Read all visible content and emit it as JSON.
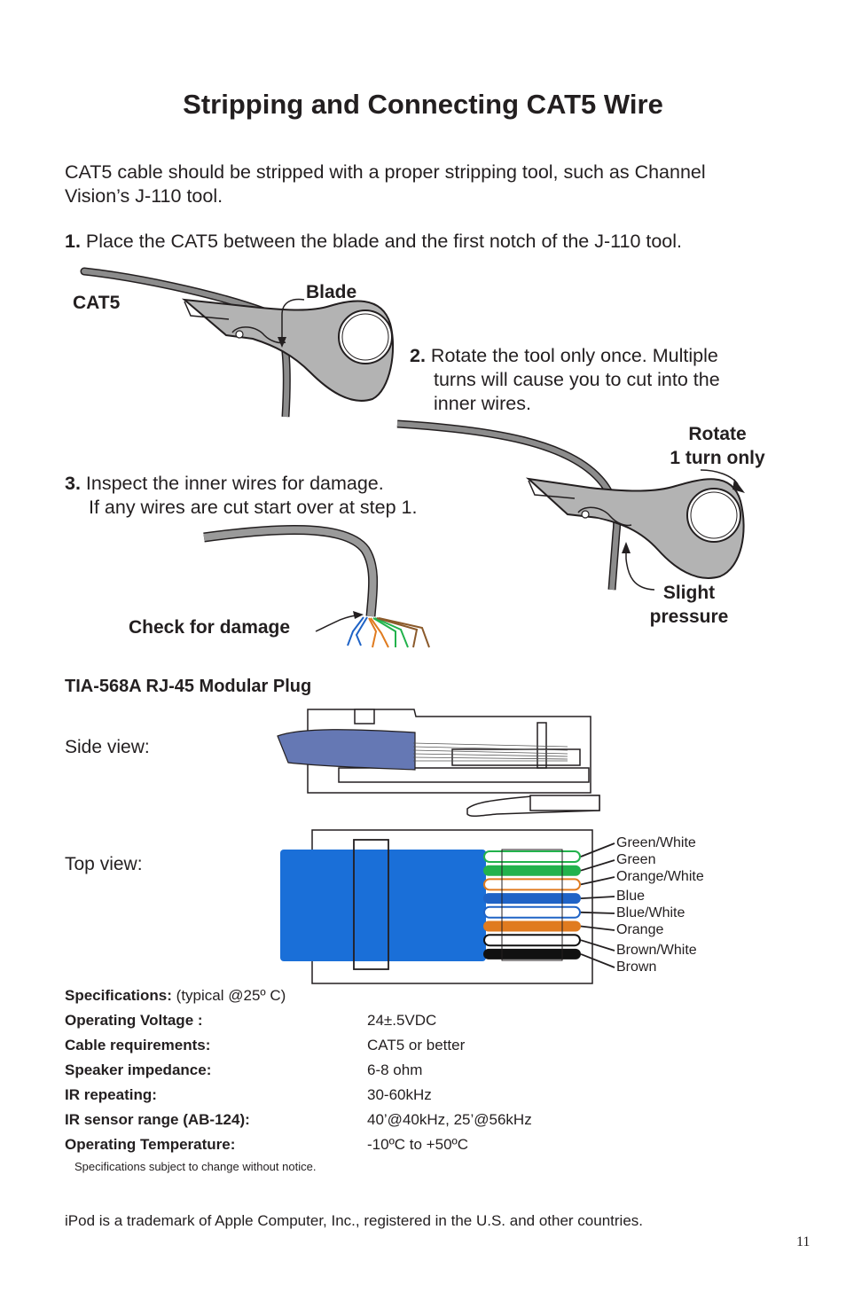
{
  "title": "Stripping and Connecting CAT5 Wire",
  "intro": "CAT5 cable should be stripped with a proper stripping tool, such as Channel Vision’s J-110 tool.",
  "intro_line1": "CAT5 cable should be stripped with a proper stripping tool, such as Channel",
  "intro_line2": "Vision’s J-110 tool.",
  "steps": [
    {
      "num": "1.",
      "text": "Place the CAT5 between the blade and the first notch of the J-110 tool."
    },
    {
      "num": "2.",
      "line1": "Rotate the tool only once. Multiple",
      "line2": "turns will cause you to cut into the",
      "line3": "inner wires."
    },
    {
      "num": "3.",
      "line1": "Inspect the inner wires for damage.",
      "line2": "If any wires are cut start over at step 1."
    }
  ],
  "figure_labels": {
    "cat5": "CAT5",
    "blade": "Blade",
    "rotate_line1": "Rotate",
    "rotate_line2": "1 turn only",
    "slight_line1": "Slight",
    "slight_line2": "pressure",
    "check": "Check for damage"
  },
  "plug": {
    "heading": "TIA-568A RJ-45 Modular Plug",
    "side_view": "Side view:",
    "top_view": "Top view:",
    "wires": [
      {
        "label": "Green/White",
        "color": "#22b24c",
        "striped": true
      },
      {
        "label": "Green",
        "color": "#22b24c",
        "striped": false
      },
      {
        "label": "Orange/White",
        "color": "#e07b1f",
        "striped": true
      },
      {
        "label": "Blue",
        "color": "#1f63c6",
        "striped": false
      },
      {
        "label": "Blue/White",
        "color": "#1f63c6",
        "striped": true
      },
      {
        "label": "Orange",
        "color": "#e07b1f",
        "striped": false
      },
      {
        "label": "Brown/White",
        "color": "#111111",
        "striped": true
      },
      {
        "label": "Brown",
        "color": "#111111",
        "striped": false
      }
    ],
    "jacket_color": "#1a6fd8",
    "side_jacket_color": "#6578b4"
  },
  "specs": {
    "heading": "Specifications:",
    "heading_note": "(typical @25º C)",
    "rows": [
      {
        "key": "Operating  Voltage :",
        "value": "24±.5VDC"
      },
      {
        "key": "Cable requirements:",
        "value": "CAT5 or better"
      },
      {
        "key": "Speaker impedance:",
        "value": "6-8 ohm"
      },
      {
        "key": "IR repeating:",
        "value": "30-60kHz"
      },
      {
        "key": "IR sensor range (AB-124):",
        "value": "40’@40kHz, 25’@56kHz"
      },
      {
        "key": "Operating Temperature:",
        "value": "-10ºC  to  +50ºC"
      }
    ],
    "note": "Specifications subject to change without notice."
  },
  "trademark": "iPod is a trademark of Apple Computer, Inc., registered in the U.S. and other countries.",
  "page_number": "11"
}
